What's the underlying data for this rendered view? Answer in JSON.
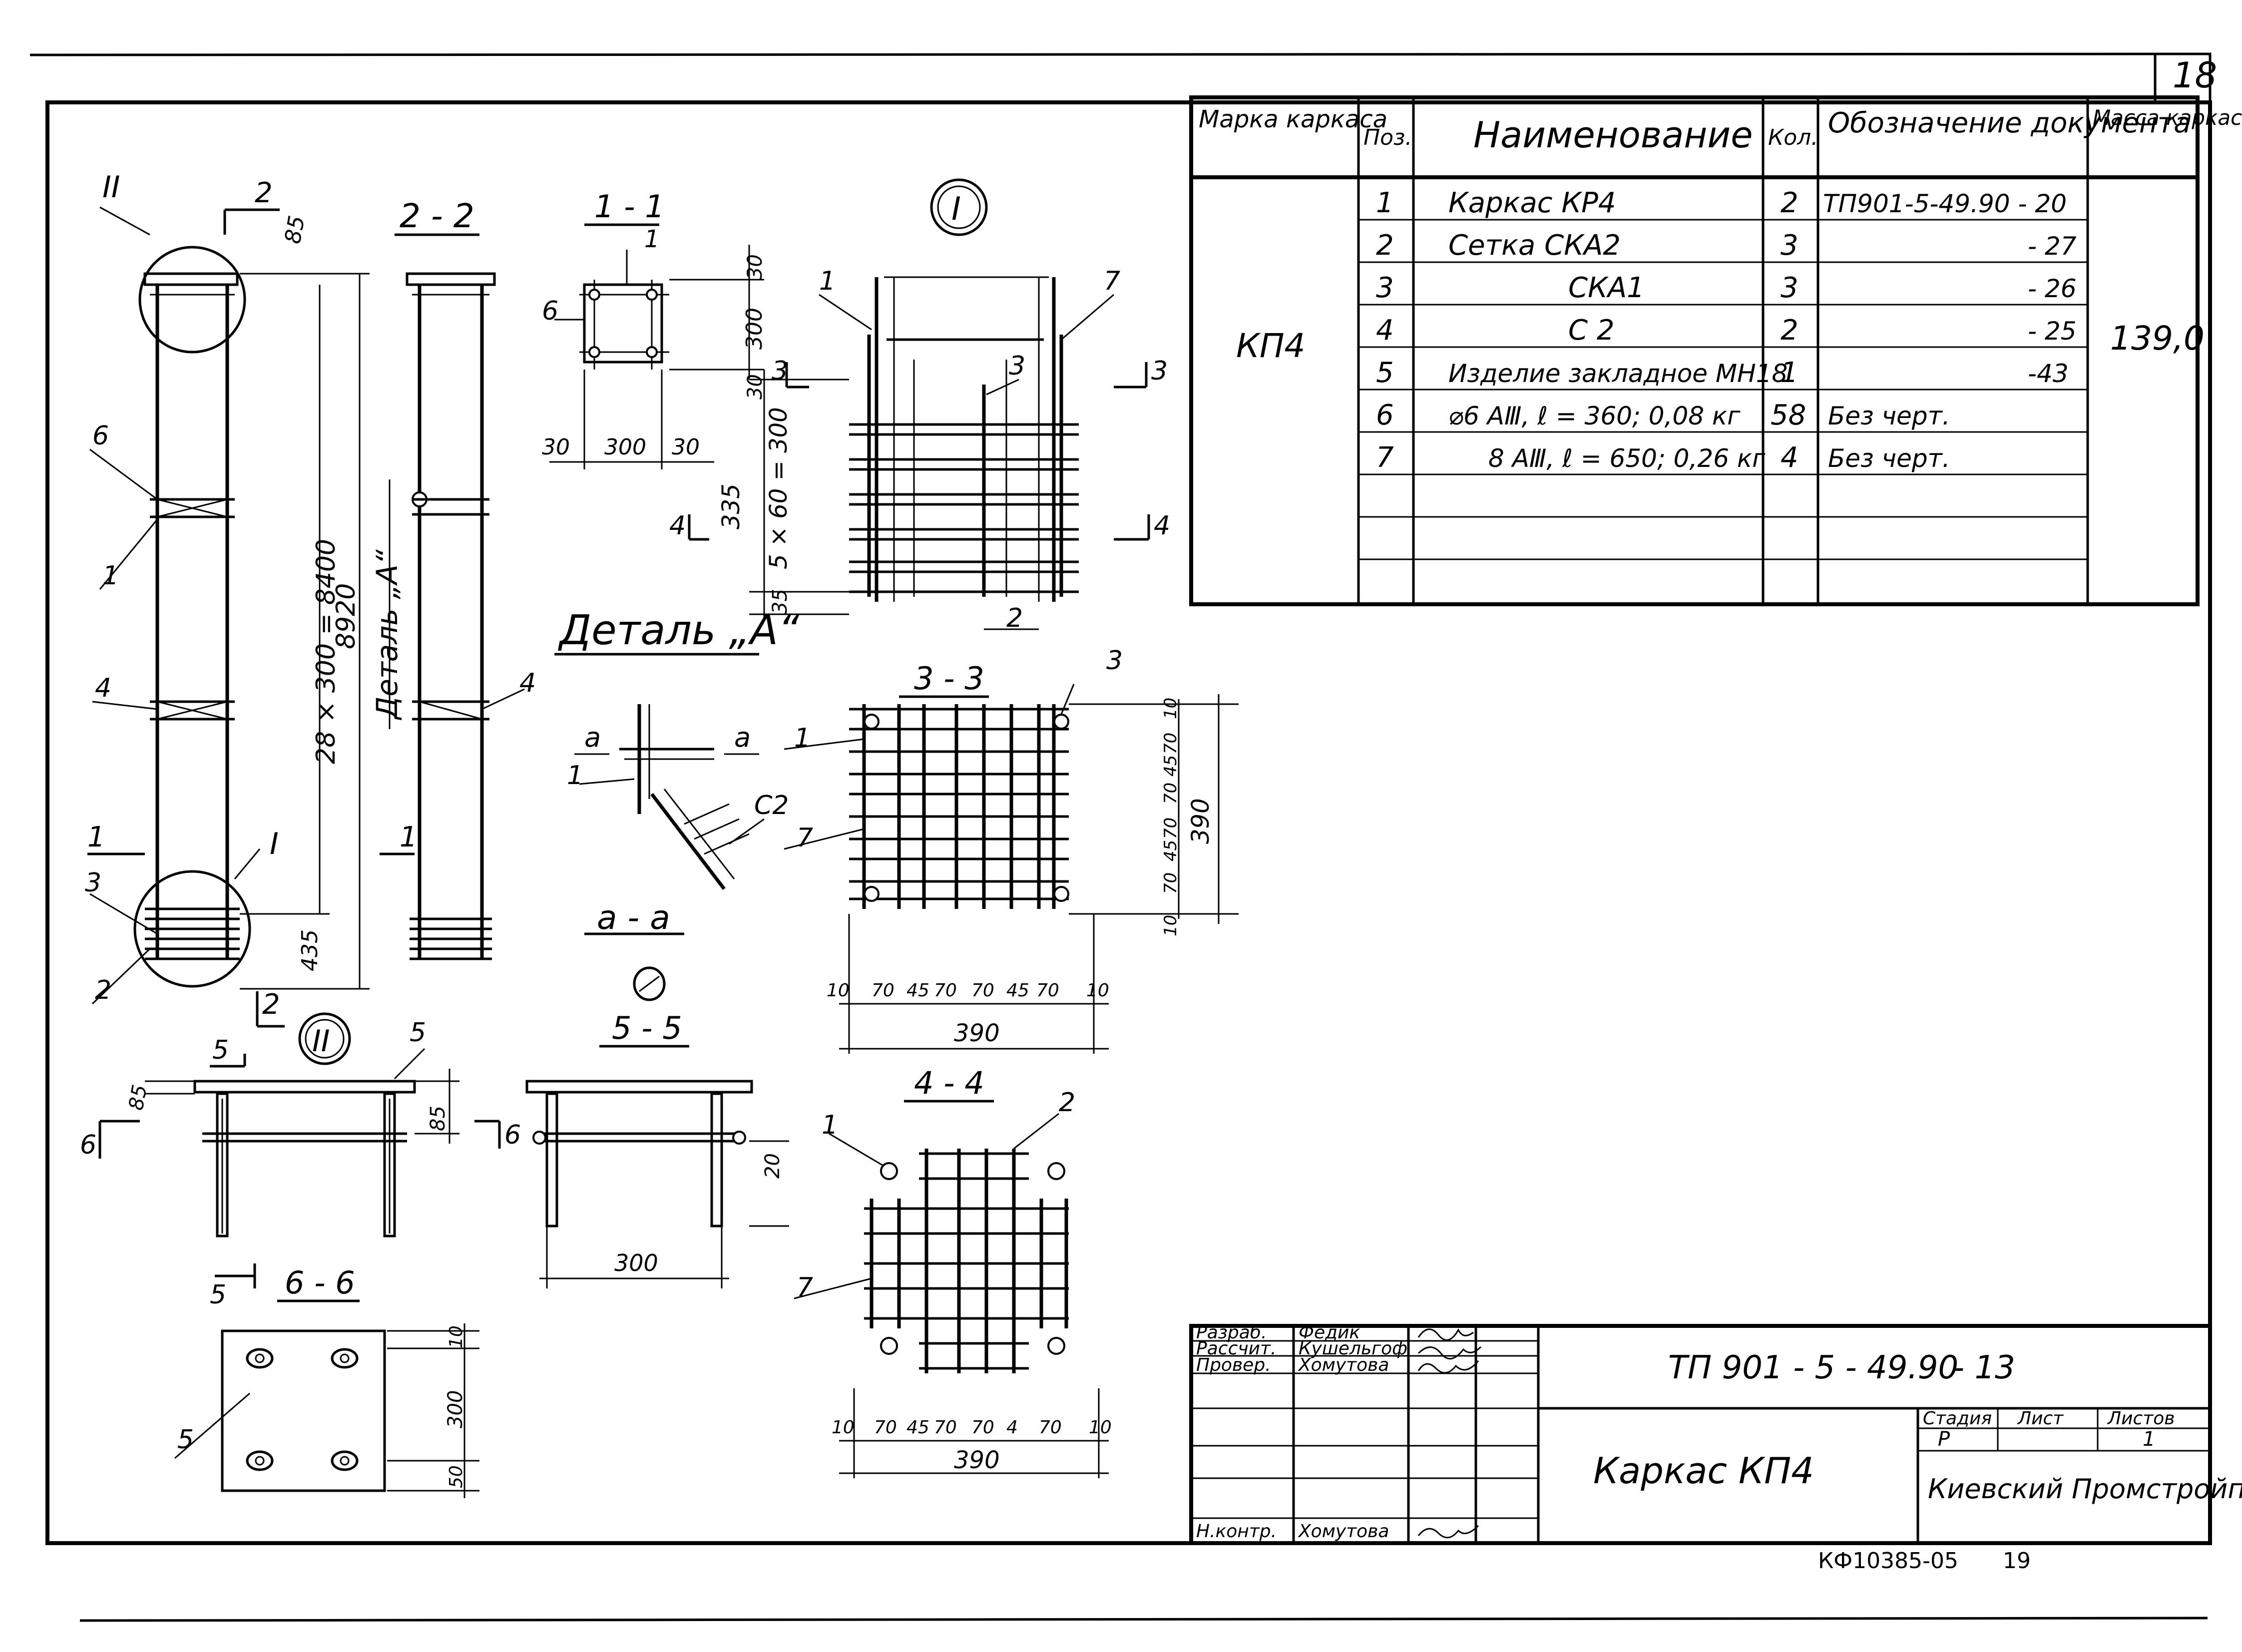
{
  "sheet": {
    "page_number": "18",
    "archive_code": "КФ10385-05",
    "archive_page": "19"
  },
  "spec_table": {
    "headers": {
      "mark": "Марка каркаса",
      "pos": "Поз.",
      "name": "Наименование",
      "qty": "Кол.",
      "doc": "Обозначение документа",
      "mass": "Масса каркаса, кг"
    },
    "mark": "КП4",
    "mass": "139,0",
    "rows": [
      {
        "pos": "1",
        "name": "Каркас  КР4",
        "qty": "2",
        "doc": "ТП901-5-49.90   - 20"
      },
      {
        "pos": "2",
        "name": "Сетка  СКА2",
        "qty": "3",
        "doc": "- 27"
      },
      {
        "pos": "3",
        "name": "СКА1",
        "qty": "3",
        "doc": "- 26"
      },
      {
        "pos": "4",
        "name": "С 2",
        "qty": "2",
        "doc": "- 25"
      },
      {
        "pos": "5",
        "name": "Изделие закладное МН18",
        "qty": "1",
        "doc": "-43"
      },
      {
        "pos": "6",
        "name": "⌀6 АⅢ,  ℓ = 360;  0,08 кг",
        "qty": "58",
        "doc": "Без  черт."
      },
      {
        "pos": "7",
        "name": "8  АⅢ,  ℓ = 650;  0,26 кг",
        "qty": "4",
        "doc": "Без  черт."
      }
    ]
  },
  "views": {
    "sec22": "2 - 2",
    "sec11": "1 - 1",
    "sec33": "3 - 3",
    "sec44": "4 - 4",
    "sec55": "5 - 5",
    "sec66": "6 - 6",
    "secaa": "а - а",
    "node1": "I",
    "node2": "II",
    "detail_a": "Деталь „А“",
    "detail_a_vert": "Деталь „А“"
  },
  "dims": {
    "d85": "85",
    "d28x300": "28 × 300 = 8400",
    "d8920": "8920",
    "d435": "435",
    "d30": "30",
    "d300": "300",
    "d335": "335",
    "d5x60": "5 × 60 = 300",
    "d35": "35",
    "d390": "390",
    "d10": "10",
    "d70": "70",
    "d45": "45",
    "d20": "20",
    "d50": "50",
    "d4": "4",
    "c2": "С2",
    "a": "а"
  },
  "leaders": [
    "1",
    "2",
    "3",
    "4",
    "5",
    "6",
    "7"
  ],
  "title_block": {
    "roles": [
      "Разраб.",
      "Рассчит.",
      "Провер.",
      "",
      "",
      "",
      "Н.контр."
    ],
    "names": [
      "Федик",
      "Кушельгоф",
      "Хомутова",
      "",
      "",
      "",
      "Хомутова"
    ],
    "doc_code": "ТП 901 - 5 - 49.90",
    "sheet_suffix": "- 13",
    "title": "Каркас  КП4",
    "stage_label": "Стадия",
    "sheet_label": "Лист",
    "sheets_label": "Листов",
    "stage": "Р",
    "sheets": "1",
    "org": "Киевский Промстройпроект"
  }
}
